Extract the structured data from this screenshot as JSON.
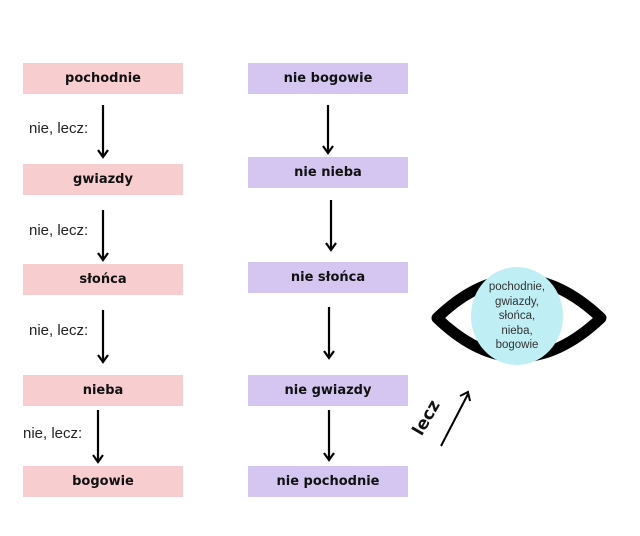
{
  "left_column": {
    "boxes": [
      "pochodnie",
      "gwiazdy",
      "słońca",
      "nieba",
      "bogowie"
    ],
    "connector_label": "nie, lecz:",
    "color": "#f7cdd0"
  },
  "right_column": {
    "boxes": [
      "nie bogowie",
      "nie nieba",
      "nie słońca",
      "nie gwiazdy",
      "nie pochodnie"
    ],
    "color": "#d4c6f1"
  },
  "eye": {
    "iris_lines": [
      "pochodnie,",
      "gwiazdy,",
      "słońca,",
      "nieba,",
      "bogowie"
    ],
    "iris_color": "#bfeef5",
    "outline_color": "#000000"
  },
  "lecz_label": "lecz"
}
